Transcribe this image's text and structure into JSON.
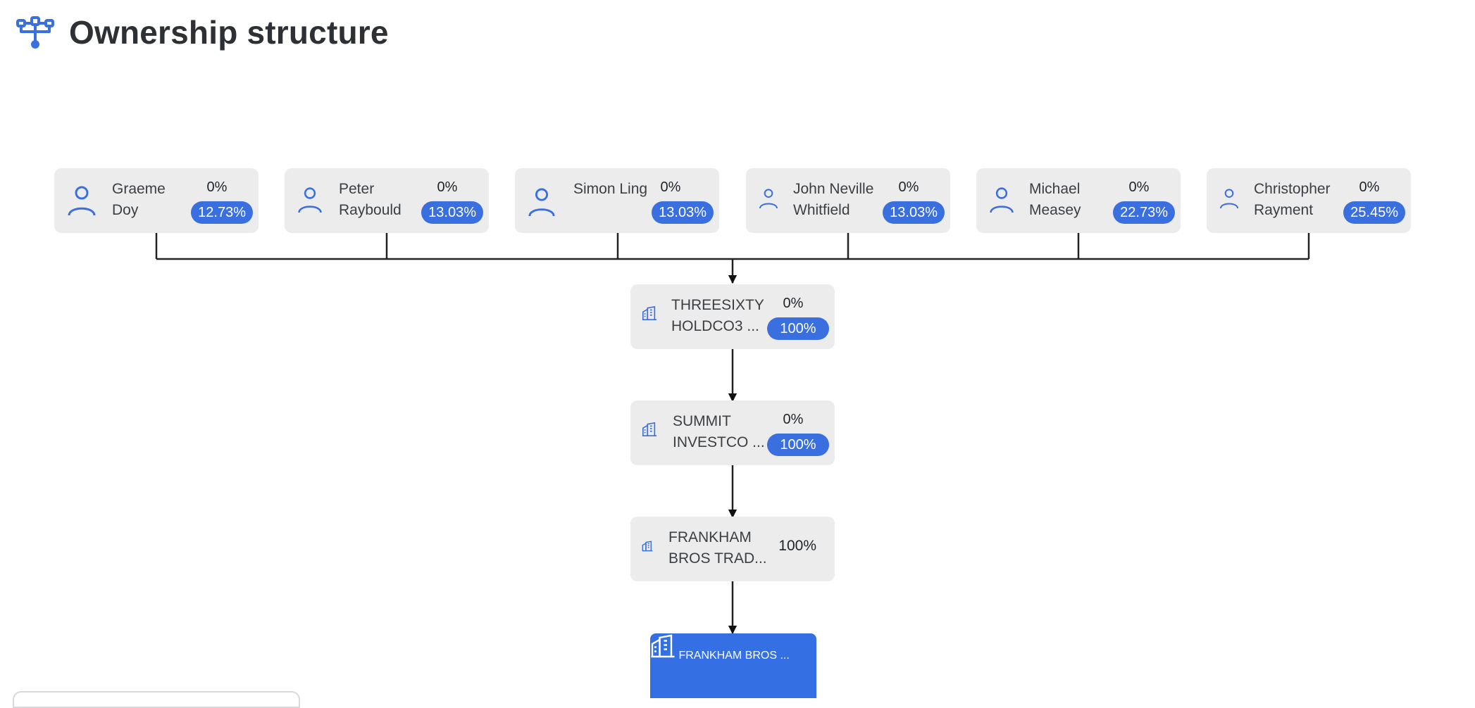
{
  "page": {
    "title": "Ownership structure",
    "title_icon": "org-structure-icon",
    "accent_color": "#3a6fe0"
  },
  "shareholders": [
    {
      "name": "Graeme\nDoy",
      "own": "0%",
      "pct": "12.73%",
      "icon": "person-icon"
    },
    {
      "name": "Peter\nRaybould",
      "own": "0%",
      "pct": "13.03%",
      "icon": "person-icon"
    },
    {
      "name": "Simon Ling",
      "own": "0%",
      "pct": "13.03%",
      "icon": "person-icon"
    },
    {
      "name": "John Neville\nWhitfield",
      "own": "0%",
      "pct": "13.03%",
      "icon": "person-icon"
    },
    {
      "name": "Michael\nMeasey",
      "own": "0%",
      "pct": "22.73%",
      "icon": "person-icon"
    },
    {
      "name": "Christopher\nRayment",
      "own": "0%",
      "pct": "25.45%",
      "icon": "person-icon"
    }
  ],
  "chain": [
    {
      "name": "THREESIXTY\nHOLDCO3 ...",
      "own": "0%",
      "pct": "100%",
      "icon": "building-icon"
    },
    {
      "name": "SUMMIT\nINVESTCO ...",
      "own": "0%",
      "pct": "100%",
      "icon": "building-icon"
    },
    {
      "name": "FRANKHAM\nBROS TRAD...",
      "pct": "100%",
      "icon": "building-icon"
    }
  ],
  "target": {
    "name": "FRANKHAM\nBROS ...",
    "icon": "building-icon"
  }
}
